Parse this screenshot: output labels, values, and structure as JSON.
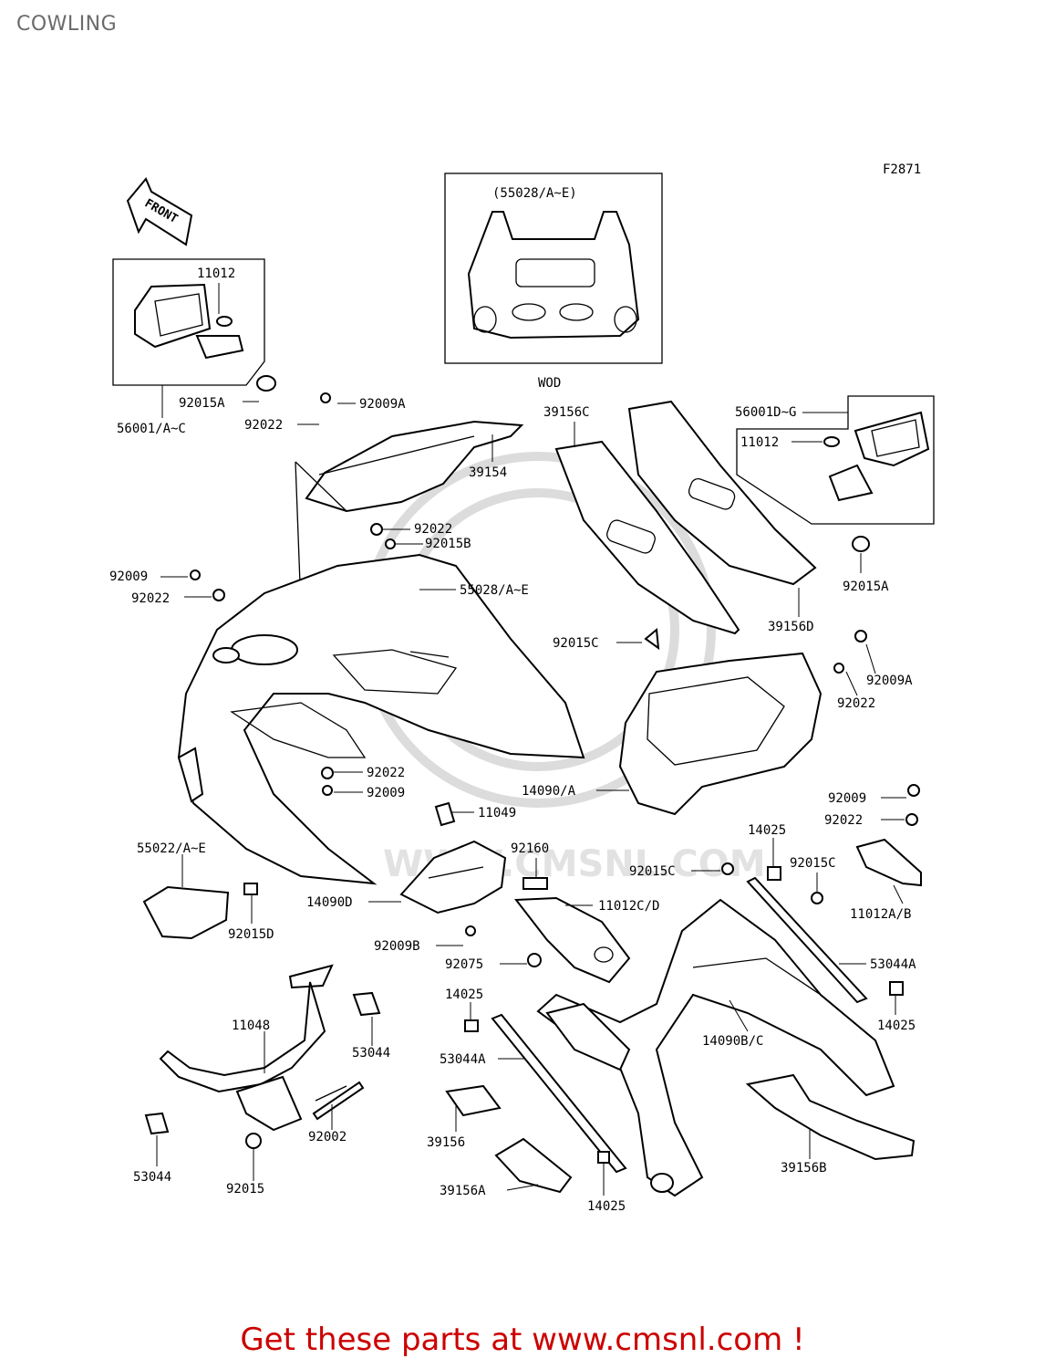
{
  "page": {
    "title": "COWLING",
    "footer": "Get these parts at www.cmsnl.com !"
  },
  "diagram": {
    "figure_code": "F2871",
    "front_label": "FRONT",
    "inset_top": {
      "label": "(55028/A~E)",
      "caption": "WOD"
    },
    "watermark": {
      "text": "WWW.CMSNL.COM"
    },
    "labels": [
      {
        "id": "l1",
        "text": "11012"
      },
      {
        "id": "l2",
        "text": "92015A"
      },
      {
        "id": "l3",
        "text": "56001/A~C"
      },
      {
        "id": "l4",
        "text": "92009A"
      },
      {
        "id": "l5",
        "text": "92022"
      },
      {
        "id": "l6",
        "text": "39154"
      },
      {
        "id": "l7",
        "text": "92022"
      },
      {
        "id": "l8",
        "text": "92015B"
      },
      {
        "id": "l9",
        "text": "92009"
      },
      {
        "id": "l10",
        "text": "92022"
      },
      {
        "id": "l11",
        "text": "55028/A~E"
      },
      {
        "id": "l12",
        "text": "39156C"
      },
      {
        "id": "l13",
        "text": "56001D~G"
      },
      {
        "id": "l14",
        "text": "11012"
      },
      {
        "id": "l15",
        "text": "92015A"
      },
      {
        "id": "l16",
        "text": "39156D"
      },
      {
        "id": "l17",
        "text": "92015C"
      },
      {
        "id": "l18",
        "text": "92009A"
      },
      {
        "id": "l19",
        "text": "92022"
      },
      {
        "id": "l20",
        "text": "92022"
      },
      {
        "id": "l21",
        "text": "92009"
      },
      {
        "id": "l22",
        "text": "14090/A"
      },
      {
        "id": "l23",
        "text": "11049"
      },
      {
        "id": "l24",
        "text": "92009"
      },
      {
        "id": "l25",
        "text": "92022"
      },
      {
        "id": "l26",
        "text": "55022/A~E"
      },
      {
        "id": "l27",
        "text": "92015D"
      },
      {
        "id": "l28",
        "text": "92160"
      },
      {
        "id": "l29",
        "text": "14025"
      },
      {
        "id": "l30",
        "text": "92015C"
      },
      {
        "id": "l31",
        "text": "92015C"
      },
      {
        "id": "l32",
        "text": "14090D"
      },
      {
        "id": "l33",
        "text": "11012C/D"
      },
      {
        "id": "l34",
        "text": "11012A/B"
      },
      {
        "id": "l35",
        "text": "92009B"
      },
      {
        "id": "l36",
        "text": "92075"
      },
      {
        "id": "l37",
        "text": "53044A"
      },
      {
        "id": "l38",
        "text": "14025"
      },
      {
        "id": "l39",
        "text": "11048"
      },
      {
        "id": "l40",
        "text": "53044"
      },
      {
        "id": "l41",
        "text": "53044A"
      },
      {
        "id": "l42",
        "text": "14090B/C"
      },
      {
        "id": "l43",
        "text": "14025"
      },
      {
        "id": "l44",
        "text": "92002"
      },
      {
        "id": "l45",
        "text": "39156"
      },
      {
        "id": "l46",
        "text": "53044"
      },
      {
        "id": "l47",
        "text": "92015"
      },
      {
        "id": "l48",
        "text": "39156A"
      },
      {
        "id": "l49",
        "text": "14025"
      },
      {
        "id": "l50",
        "text": "39156B"
      }
    ]
  }
}
